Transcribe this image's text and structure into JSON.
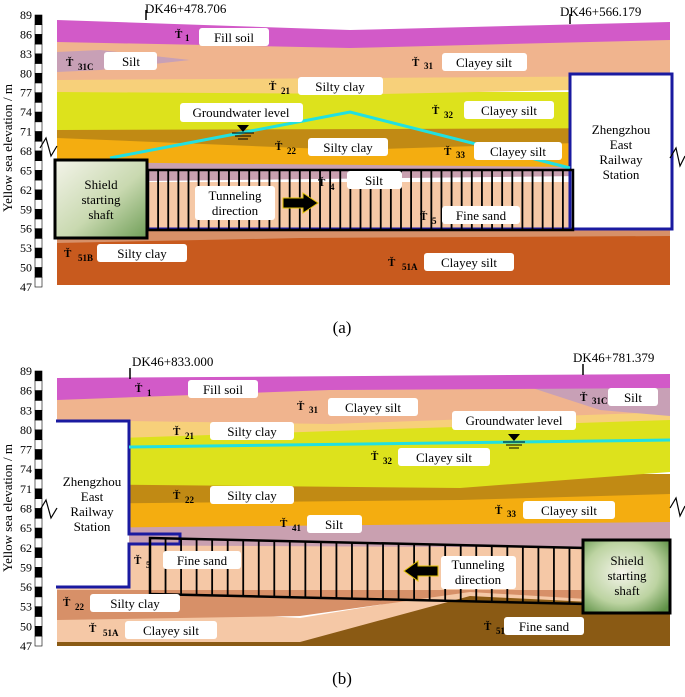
{
  "panels": [
    {
      "id": "a",
      "caption": "(a)",
      "chainage_left": "DK46+478.706",
      "chainage_right": "DK46+566.179",
      "y_axis_label": "Yellow sea elevation / m",
      "y_ticks": [
        "89",
        "86",
        "83",
        "80",
        "77",
        "74",
        "71",
        "68",
        "65",
        "62",
        "59",
        "56",
        "53",
        "50",
        "47"
      ],
      "labels": {
        "fill": "Fill soil",
        "fill_code": "1",
        "silt_31c": "Silt",
        "silt_31c_code": "31C",
        "clayey_31": "Clayey silt",
        "clayey_31_code": "31",
        "silty_21": "Silty clay",
        "silty_21_code": "21",
        "gw": "Groundwater level",
        "clayey_32": "Clayey silt",
        "clayey_32_code": "32",
        "silty_22": "Silty clay",
        "silty_22_code": "22",
        "clayey_33": "Clayey silt",
        "clayey_33_code": "33",
        "silt_4": "Silt",
        "silt_4_code": "4",
        "tunnel_dir": [
          "Tunneling",
          "direction"
        ],
        "fine_5": "Fine sand",
        "fine_5_code": "5",
        "silty_51b": "Silty clay",
        "silty_51b_code": "51B",
        "clayey_51a": "Clayey silt",
        "clayey_51a_code": "51A",
        "shaft": [
          "Shield",
          "starting",
          "shaft"
        ],
        "station": [
          "Zhengzhou",
          "East",
          "Railway",
          "Station"
        ]
      }
    },
    {
      "id": "b",
      "caption": "(b)",
      "chainage_left": "DK46+833.000",
      "chainage_right": "DK46+781.379",
      "y_axis_label": "Yellow sea elevation / m",
      "y_ticks": [
        "89",
        "86",
        "83",
        "80",
        "77",
        "74",
        "71",
        "68",
        "65",
        "62",
        "59",
        "56",
        "53",
        "50",
        "47"
      ],
      "labels": {
        "fill": "Fill soil",
        "fill_code": "1",
        "clayey_31": "Clayey silt",
        "clayey_31_code": "31",
        "silt_31c": "Silt",
        "silt_31c_code": "31C",
        "silty_21": "Silty clay",
        "silty_21_code": "21",
        "gw": "Groundwater level",
        "clayey_32": "Clayey silt",
        "clayey_32_code": "32",
        "silty_22": "Silty clay",
        "silty_22_code": "22",
        "clayey_33": "Clayey silt",
        "clayey_33_code": "33",
        "silt_41": "Silt",
        "silt_41_code": "41",
        "fine_5": "Fine sand",
        "fine_5_code": "5",
        "tunnel_dir": [
          "Tunneling",
          "direction"
        ],
        "silty_22b": "Silty clay",
        "silty_22b_code": "22",
        "clayey_51a": "Clayey silt",
        "clayey_51a_code": "51A",
        "fine_51": "Fine sand",
        "fine_51_code": "51",
        "shaft": [
          "Shield",
          "starting",
          "shaft"
        ],
        "station": [
          "Zhengzhou",
          "East",
          "Railway",
          "Station"
        ]
      }
    }
  ],
  "colors": {
    "fill_soil": "#d25ac8",
    "clayey_silt_31": "#f0b48e",
    "silt_31c": "#c8a0b6",
    "silty_clay_21": "#f7d07a",
    "clayey_silt_32": "#dde21c",
    "silty_clay_22": "#c18a14",
    "clayey_silt_33": "#f4ad10",
    "silt_4": "#c9a0b0",
    "fine_sand_5": "#f5c8a6",
    "silty_clay_51b": "#d79068",
    "clayey_silt_51a": "#c85a1e",
    "fine_sand_51": "#8a5a14",
    "groundwater": "#22e0e0",
    "station_outline": "#1a1aa0"
  }
}
